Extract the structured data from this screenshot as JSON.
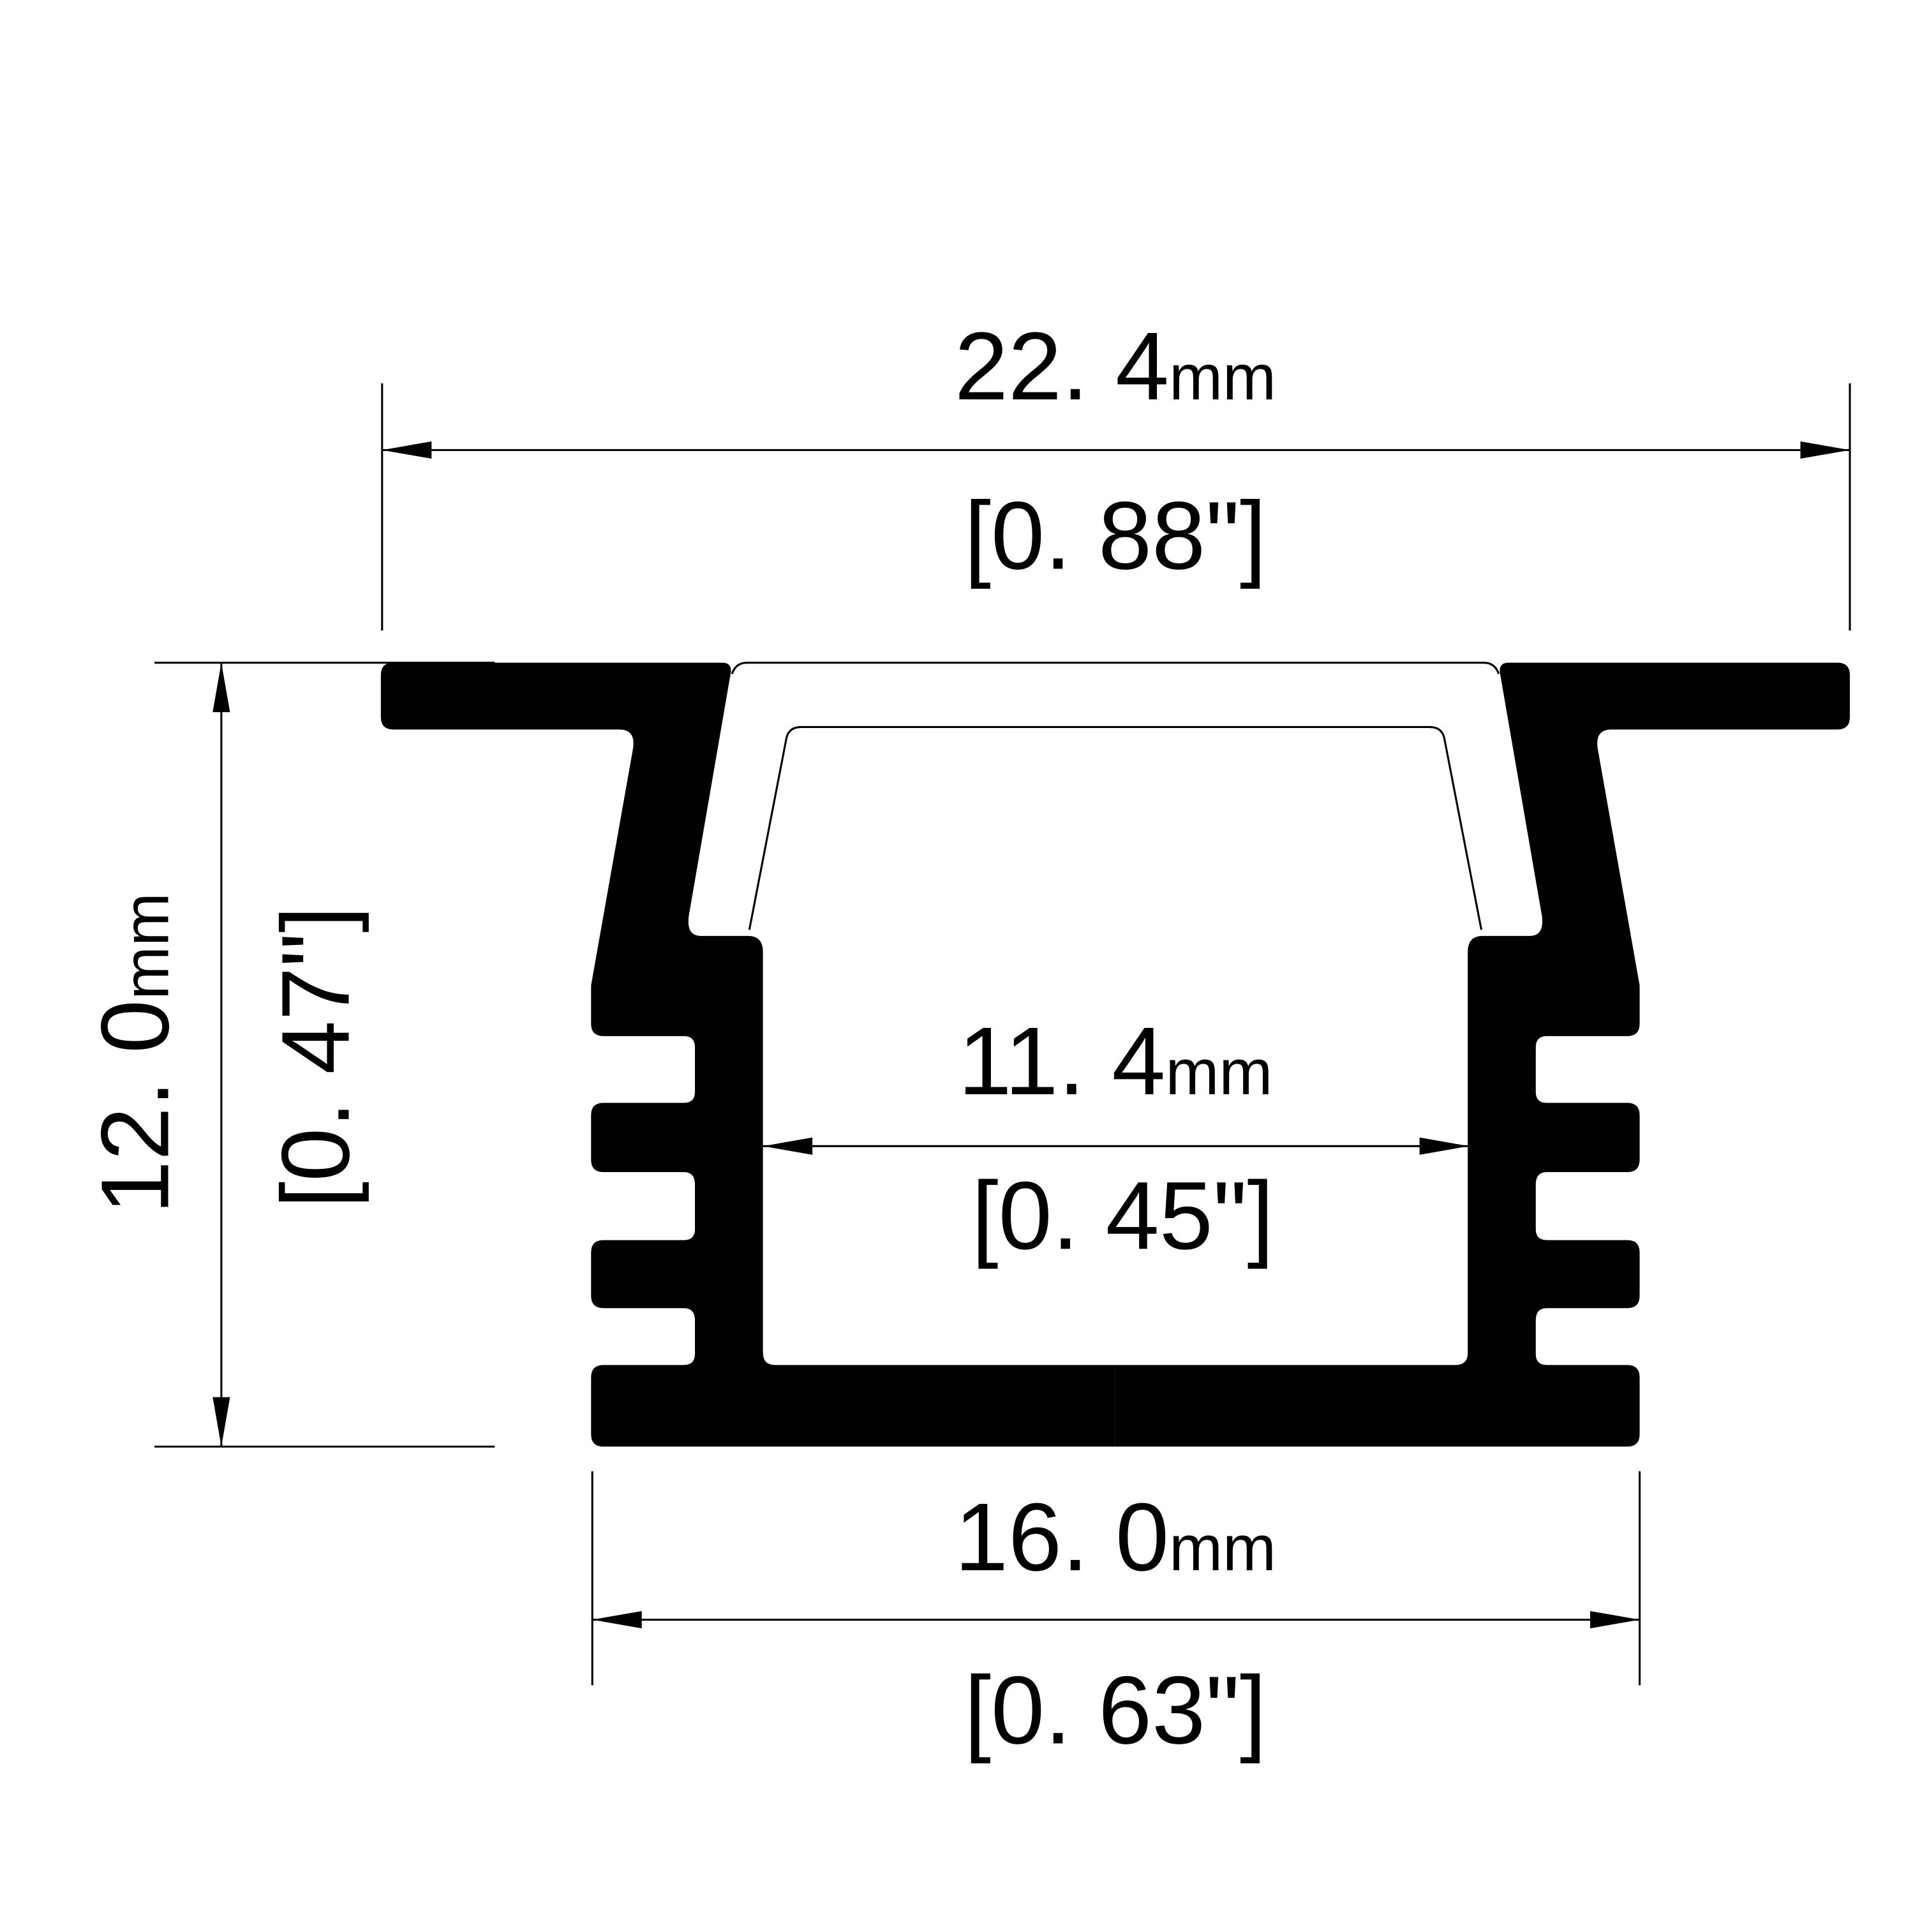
{
  "colors": {
    "profile": "#000000",
    "background": "#ffffff",
    "lens": "#ffffff"
  },
  "dimensions": {
    "overall_width": {
      "value": "22. 4",
      "unit": "mm",
      "inch": "[0. 88\"]"
    },
    "height": {
      "value": "12. 0",
      "unit": "mm",
      "inch": "[0. 47\"]"
    },
    "inner_width": {
      "value": "11. 4",
      "unit": "mm",
      "inch": "[0. 45\"]"
    },
    "body_width": {
      "value": "16. 0",
      "unit": "mm",
      "inch": "[0. 63\"]"
    }
  }
}
